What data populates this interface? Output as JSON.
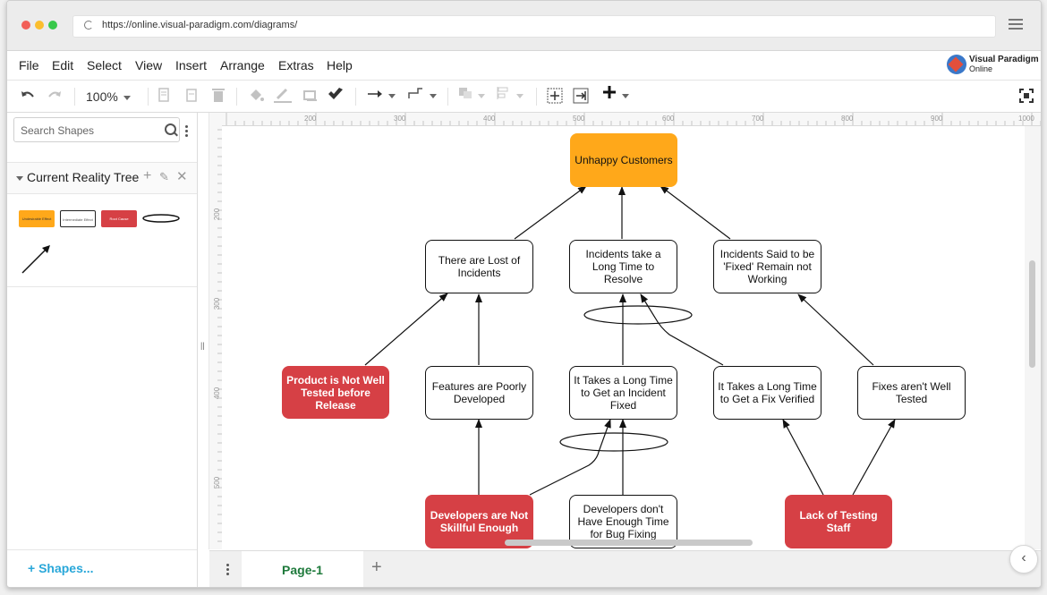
{
  "browser": {
    "url": "https://online.visual-paradigm.com/diagrams/",
    "colors": {
      "close": "#f25f58",
      "minimize": "#fbbe2e",
      "maximize": "#38c84a"
    }
  },
  "menu": {
    "items": [
      "File",
      "Edit",
      "Select",
      "View",
      "Insert",
      "Arrange",
      "Extras",
      "Help"
    ],
    "logo_line1": "Visual Paradigm",
    "logo_line2": "Online"
  },
  "toolbar": {
    "zoom": "100%",
    "icons": [
      "undo-icon",
      "redo-icon",
      "copy-icon",
      "paste-icon",
      "delete-icon",
      "fill-color-icon",
      "line-color-icon",
      "shadow-icon",
      "format-painter-icon",
      "connector-style-icon",
      "waypoints-icon",
      "to-front-icon",
      "align-icon",
      "fit-page-icon",
      "fit-width-icon",
      "insert-icon",
      "fullscreen-icon"
    ]
  },
  "sidebar": {
    "search_placeholder": "Search Shapes",
    "library_title": "Current Reality Tree",
    "swatches": [
      {
        "label": "Undesirable Effect",
        "color": "#ffa81a"
      },
      {
        "label": "Intermediate Effect",
        "color": "#ffffff"
      },
      {
        "label": "Root Cause",
        "color": "#d64045"
      }
    ],
    "shapes_button": "+ Shapes..."
  },
  "rulers": {
    "horizontal": [
      "200",
      "300",
      "400",
      "500",
      "600",
      "700",
      "800",
      "900",
      "1000"
    ],
    "vertical": [
      "200",
      "300",
      "400",
      "500"
    ]
  },
  "diagram": {
    "colors": {
      "undesirable": "#ffa81a",
      "root_cause": "#d64045",
      "effect": "#ffffff"
    },
    "nodes": {
      "unhappy": "Unhappy Customers",
      "lost_incidents": "There are Lost of Incidents",
      "long_resolve": "Incidents take a Long Time to Resolve",
      "fixed_not_working": "Incidents Said to be 'Fixed' Remain not Working",
      "not_tested": "Product is Not Well Tested before Release",
      "poorly_developed": "Features are Poorly Developed",
      "long_fix": "It Takes a Long Time to Get an Incident Fixed",
      "long_verify": "It Takes a Long Time to Get a Fix Verified",
      "fixes_not_tested": "Fixes aren't Well Tested",
      "not_skillful": "Developers are Not Skillful Enough",
      "no_time": "Developers don't Have Enough Time for Bug Fixing",
      "lack_testing": "Lack of Testing Staff"
    }
  },
  "footer": {
    "page_tab": "Page-1"
  }
}
